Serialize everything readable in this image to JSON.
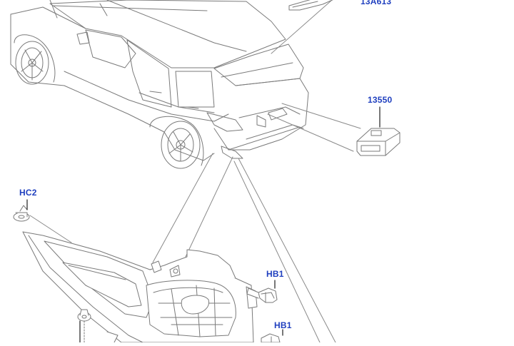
{
  "callouts": {
    "high_mount_stop_lamp": "13A613",
    "license_lamp": "13550",
    "bracket_clip": "HC2",
    "bolt_upper": "HB1",
    "bolt_lower": "HB1"
  }
}
